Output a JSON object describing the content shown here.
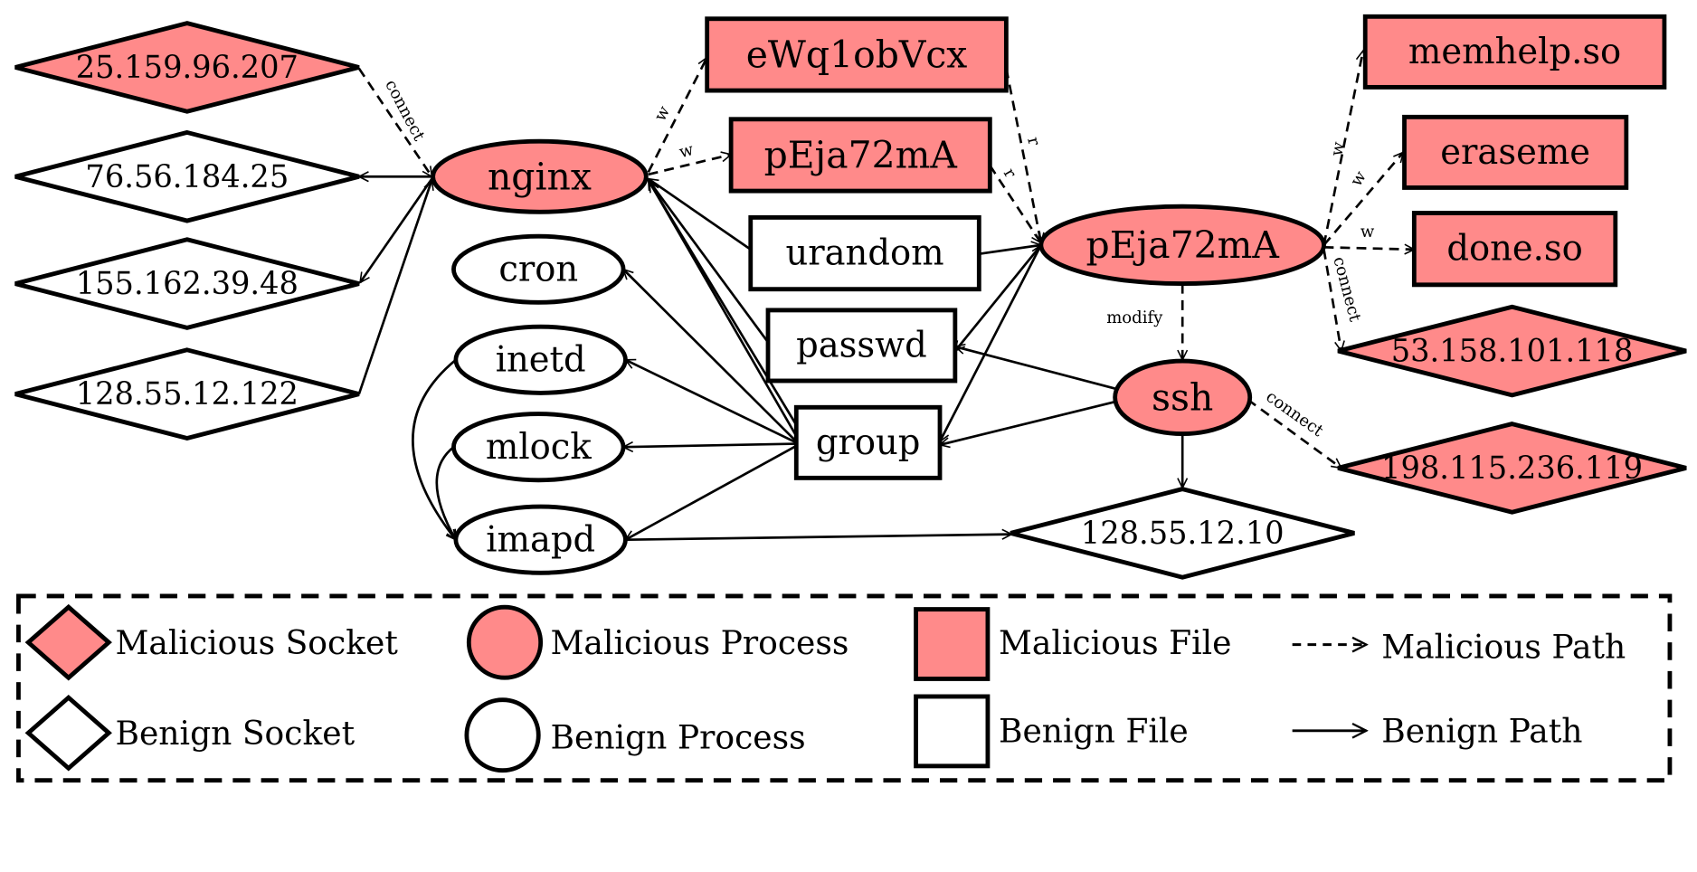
{
  "colors": {
    "malicious_fill": "#ff8a8a",
    "benign_fill": "#ffffff",
    "stroke": "#000000"
  },
  "nodes": [
    {
      "id": "sock1",
      "label": "25.159.96.207",
      "type": "socket",
      "malicious": true
    },
    {
      "id": "sock2",
      "label": "76.56.184.25",
      "type": "socket",
      "malicious": false
    },
    {
      "id": "sock3",
      "label": "155.162.39.48",
      "type": "socket",
      "malicious": false
    },
    {
      "id": "sock4",
      "label": "128.55.12.122",
      "type": "socket",
      "malicious": false
    },
    {
      "id": "nginx",
      "label": "nginx",
      "type": "process",
      "malicious": true
    },
    {
      "id": "cron",
      "label": "cron",
      "type": "process",
      "malicious": false
    },
    {
      "id": "inetd",
      "label": "inetd",
      "type": "process",
      "malicious": false
    },
    {
      "id": "mlock",
      "label": "mlock",
      "type": "process",
      "malicious": false
    },
    {
      "id": "imapd",
      "label": "imapd",
      "type": "process",
      "malicious": false
    },
    {
      "id": "file_ewq",
      "label": "eWq1obVcx",
      "type": "file",
      "malicious": true
    },
    {
      "id": "file_pej",
      "label": "pEja72mA",
      "type": "file",
      "malicious": true
    },
    {
      "id": "urandom",
      "label": "urandom",
      "type": "file",
      "malicious": false
    },
    {
      "id": "passwd",
      "label": "passwd",
      "type": "file",
      "malicious": false
    },
    {
      "id": "group",
      "label": "group",
      "type": "file",
      "malicious": false
    },
    {
      "id": "proc_pej",
      "label": "pEja72mA",
      "type": "process",
      "malicious": true
    },
    {
      "id": "ssh",
      "label": "ssh",
      "type": "process",
      "malicious": true
    },
    {
      "id": "sock5",
      "label": "128.55.12.10",
      "type": "socket",
      "malicious": false
    },
    {
      "id": "memhelp",
      "label": "memhelp.so",
      "type": "file",
      "malicious": true
    },
    {
      "id": "eraseme",
      "label": "eraseme",
      "type": "file",
      "malicious": true
    },
    {
      "id": "done",
      "label": "done.so",
      "type": "file",
      "malicious": true
    },
    {
      "id": "sock6",
      "label": "53.158.101.118",
      "type": "socket",
      "malicious": true
    },
    {
      "id": "sock7",
      "label": "198.115.236.119",
      "type": "socket",
      "malicious": true
    }
  ],
  "edges": [
    {
      "from": "sock1",
      "to": "nginx",
      "label": "connect",
      "malicious": true
    },
    {
      "from": "nginx",
      "to": "sock2",
      "label": "",
      "malicious": false
    },
    {
      "from": "nginx",
      "to": "sock3",
      "label": "",
      "malicious": false
    },
    {
      "from": "sock4",
      "to": "nginx",
      "label": "",
      "malicious": false
    },
    {
      "from": "nginx",
      "to": "file_ewq",
      "label": "w",
      "malicious": true
    },
    {
      "from": "nginx",
      "to": "file_pej",
      "label": "w",
      "malicious": true
    },
    {
      "from": "urandom",
      "to": "nginx",
      "label": "",
      "malicious": false
    },
    {
      "from": "passwd",
      "to": "nginx",
      "label": "",
      "malicious": false
    },
    {
      "from": "group",
      "to": "nginx",
      "label": "",
      "malicious": false
    },
    {
      "from": "group",
      "to": "nginx",
      "label": "",
      "malicious": false
    },
    {
      "from": "group",
      "to": "cron",
      "label": "",
      "malicious": false
    },
    {
      "from": "group",
      "to": "inetd",
      "label": "",
      "malicious": false
    },
    {
      "from": "group",
      "to": "mlock",
      "label": "",
      "malicious": false
    },
    {
      "from": "group",
      "to": "imapd",
      "label": "",
      "malicious": false
    },
    {
      "from": "inetd",
      "to": "imapd",
      "label": "",
      "malicious": false
    },
    {
      "from": "mlock",
      "to": "imapd",
      "label": "",
      "malicious": false
    },
    {
      "from": "imapd",
      "to": "sock5",
      "label": "",
      "malicious": false
    },
    {
      "from": "file_ewq",
      "to": "proc_pej",
      "label": "r",
      "malicious": true
    },
    {
      "from": "file_pej",
      "to": "proc_pej",
      "label": "r",
      "malicious": true
    },
    {
      "from": "urandom",
      "to": "proc_pej",
      "label": "",
      "malicious": false
    },
    {
      "from": "proc_pej",
      "to": "passwd",
      "label": "",
      "malicious": false
    },
    {
      "from": "proc_pej",
      "to": "group",
      "label": "",
      "malicious": false
    },
    {
      "from": "proc_pej",
      "to": "ssh",
      "label": "modify",
      "malicious": true
    },
    {
      "from": "ssh",
      "to": "passwd",
      "label": "",
      "malicious": false
    },
    {
      "from": "ssh",
      "to": "group",
      "label": "",
      "malicious": false
    },
    {
      "from": "ssh",
      "to": "sock5",
      "label": "",
      "malicious": false
    },
    {
      "from": "ssh",
      "to": "sock7",
      "label": "connect",
      "malicious": true
    },
    {
      "from": "proc_pej",
      "to": "memhelp",
      "label": "w",
      "malicious": true
    },
    {
      "from": "proc_pej",
      "to": "eraseme",
      "label": "w",
      "malicious": true
    },
    {
      "from": "proc_pej",
      "to": "done",
      "label": "w",
      "malicious": true
    },
    {
      "from": "proc_pej",
      "to": "sock6",
      "label": "connect",
      "malicious": true
    }
  ],
  "legend": {
    "malicious_socket": "Malicious Socket",
    "benign_socket": "Benign Socket",
    "malicious_process": "Malicious Process",
    "benign_process": "Benign Process",
    "malicious_file": "Malicious File",
    "benign_file": "Benign File",
    "malicious_path": "Malicious Path",
    "benign_path": "Benign Path"
  }
}
